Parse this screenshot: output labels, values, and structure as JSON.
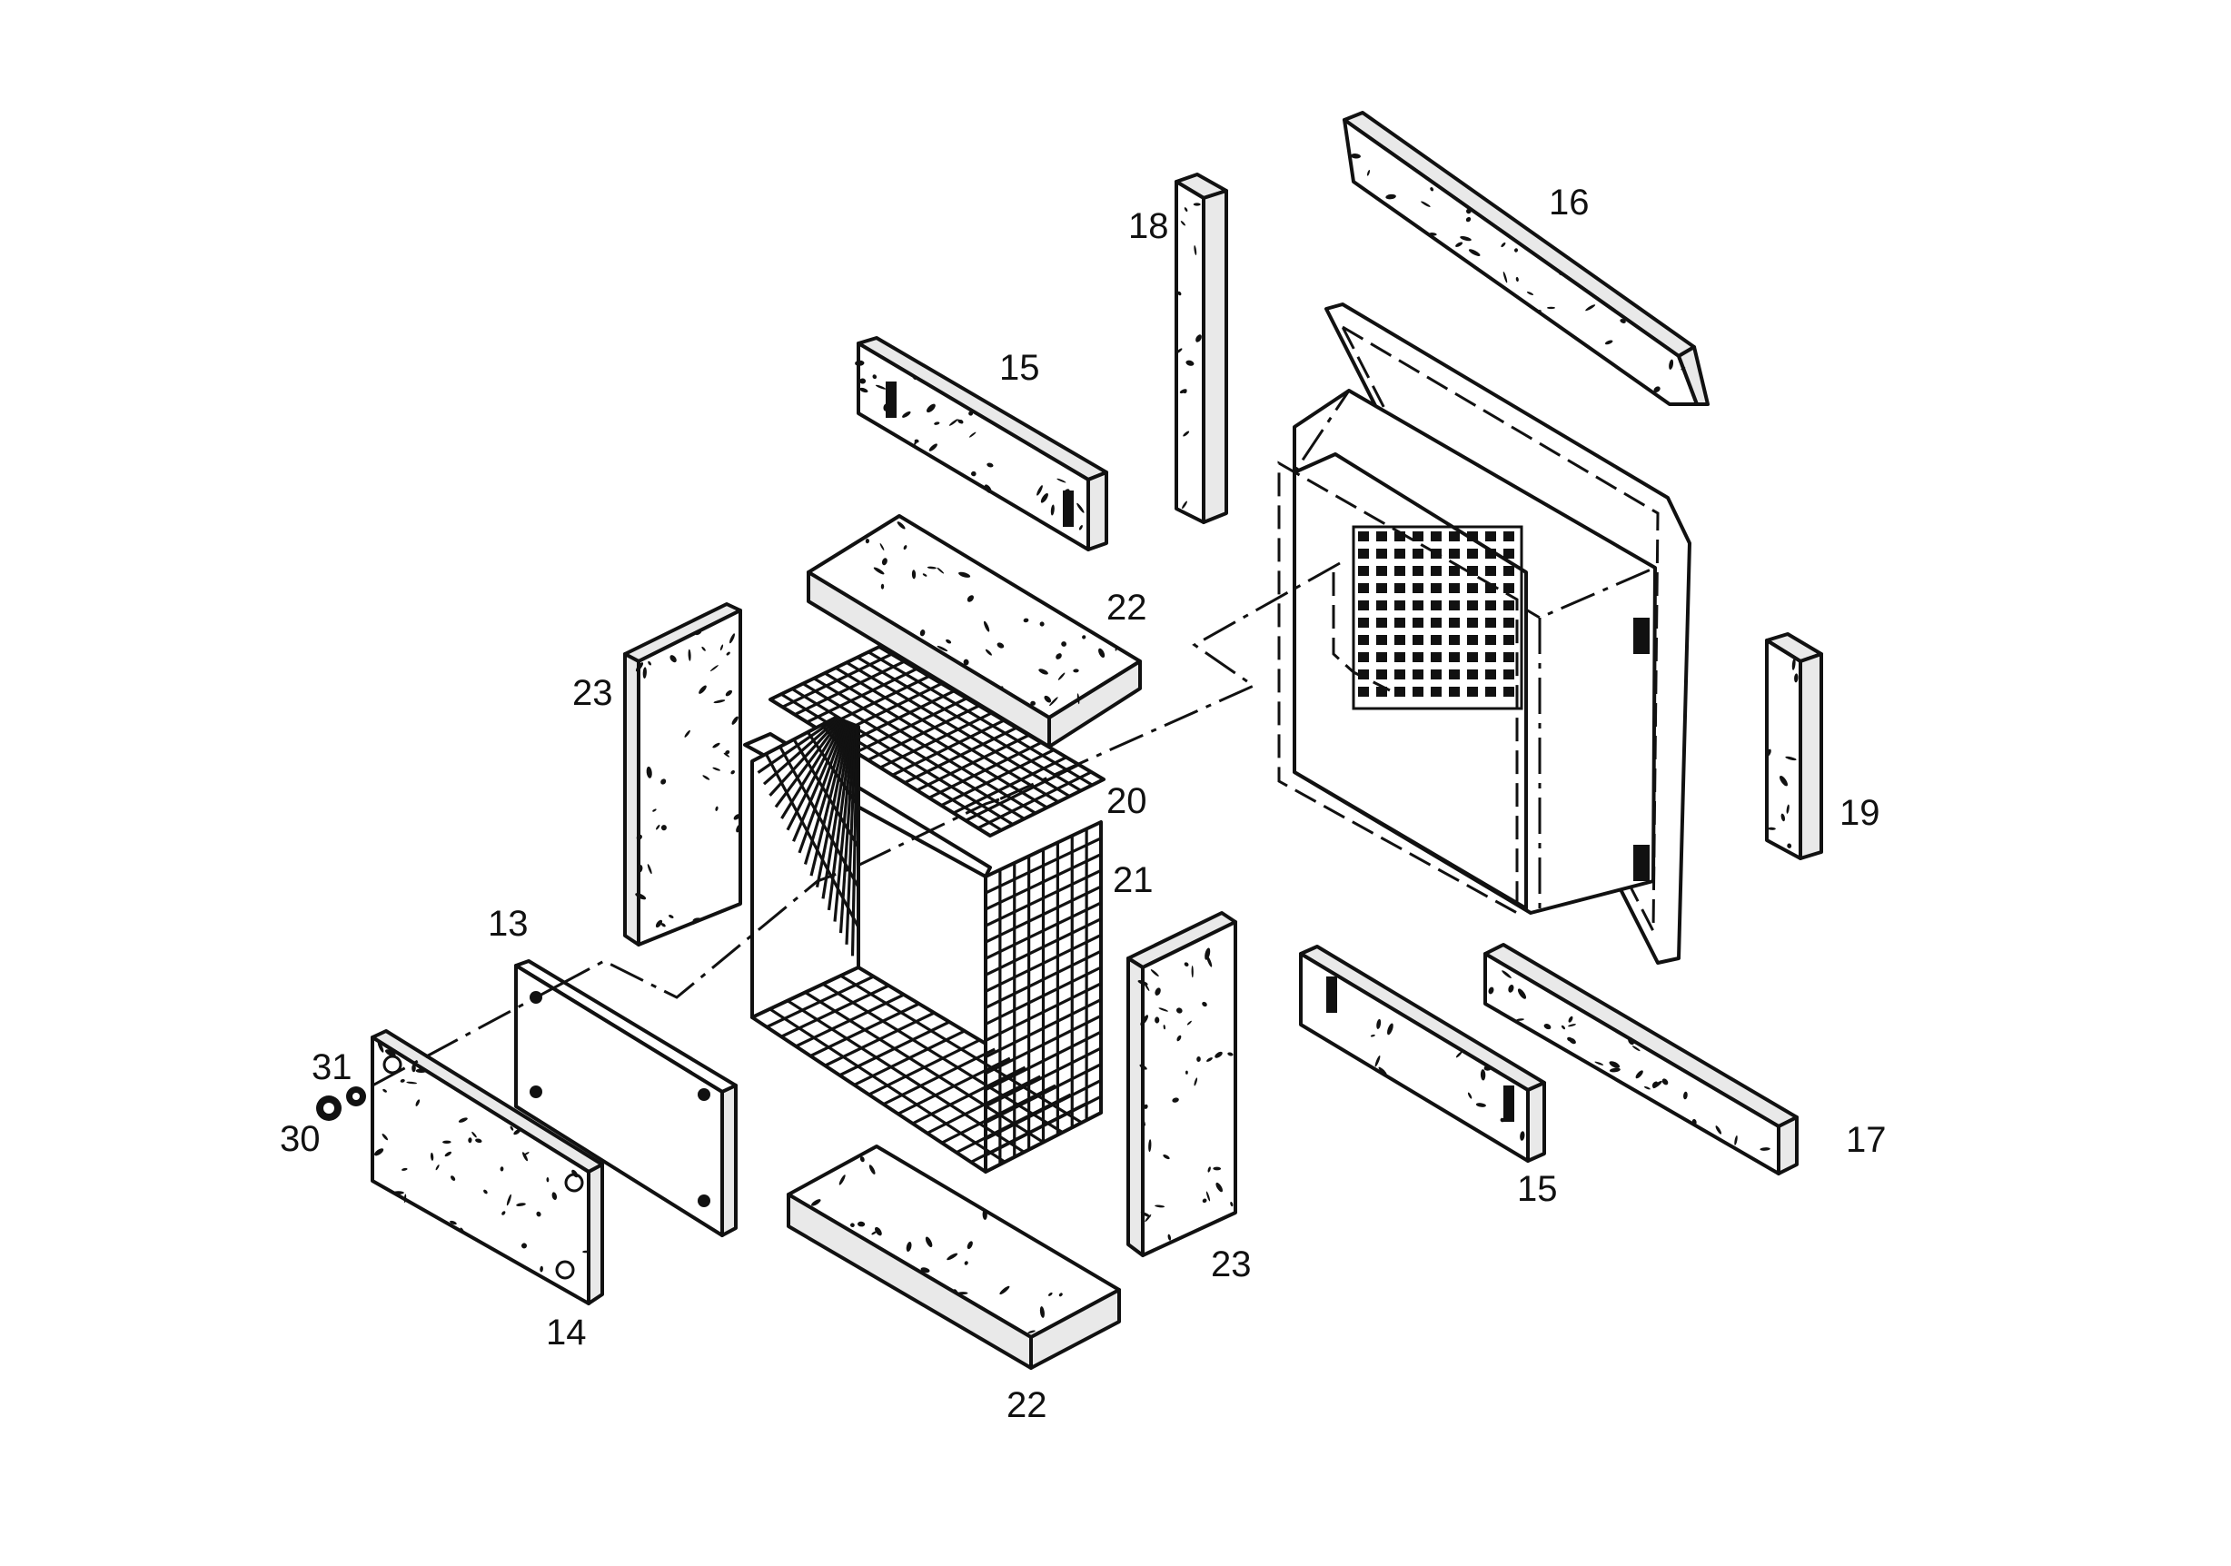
{
  "callouts": {
    "p13": "13",
    "p14": "14",
    "p15a": "15",
    "p15b": "15",
    "p16": "16",
    "p17": "17",
    "p18": "18",
    "p19": "19",
    "p20": "20",
    "p21": "21",
    "p22a": "22",
    "p22b": "22",
    "p23a": "23",
    "p23b": "23",
    "p30": "30",
    "p31": "31"
  },
  "colors": {
    "ink": "#111111",
    "paper": "#ffffff"
  }
}
